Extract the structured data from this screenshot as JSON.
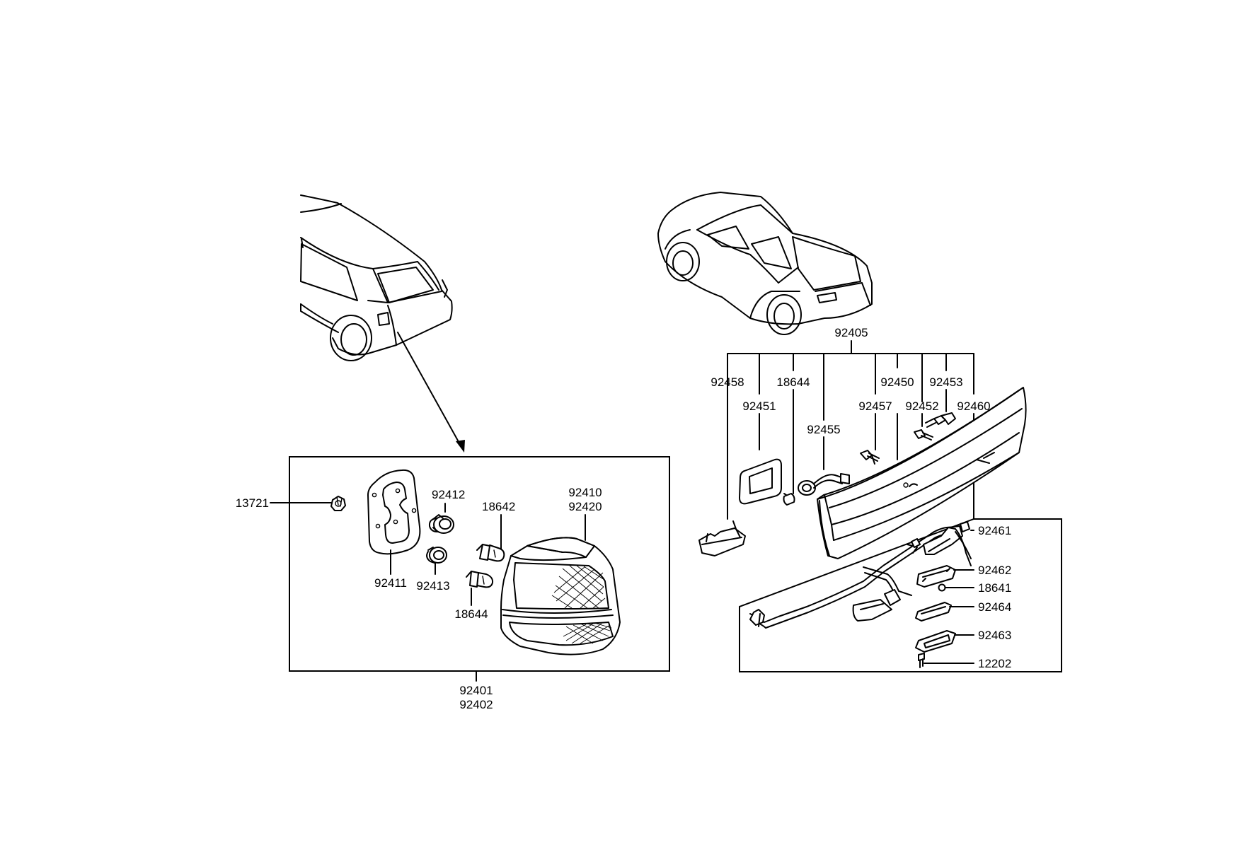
{
  "diagram": {
    "left_group": {
      "assembly_labels": [
        "92401",
        "92402"
      ],
      "labels": {
        "p13721": "13721",
        "p92411": "92411",
        "p92412": "92412",
        "p92413": "92413",
        "p18642": "18642",
        "p18644": "18644",
        "p92410": "92410",
        "p92420": "92420"
      }
    },
    "right_group": {
      "assembly_label": "92405",
      "top_labels": {
        "p92458": "92458",
        "p18644": "18644",
        "p92450": "92450",
        "p92453": "92453",
        "p92451": "92451",
        "p92457": "92457",
        "p92452": "92452",
        "p92460": "92460",
        "p92455": "92455"
      },
      "license_lamp_labels": {
        "p92461": "92461",
        "p92462": "92462",
        "p18641": "18641",
        "p92464": "92464",
        "p92463": "92463",
        "p12202": "12202"
      }
    }
  }
}
